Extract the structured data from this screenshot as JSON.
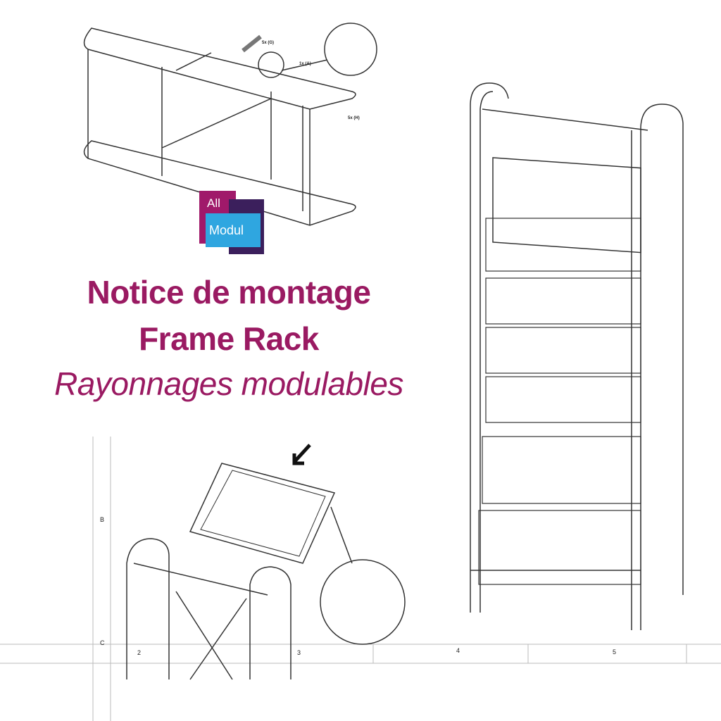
{
  "title": {
    "line1": "Notice de montage",
    "line2": "Frame Rack",
    "line3": "Rayonnages modulables"
  },
  "logo": {
    "top": "All",
    "bottom": "Modul",
    "colors": {
      "magenta": "#a0196a",
      "purple": "#3b1f5c",
      "blue": "#2fa6e0"
    }
  },
  "callouts": [
    {
      "qty": "5x",
      "part": "G"
    },
    {
      "qty": "1x",
      "part": "A"
    },
    {
      "qty": "5x",
      "part": "H"
    }
  ],
  "grid_labels": {
    "rows": [
      "B",
      "C"
    ],
    "cols": [
      "2",
      "3",
      "4",
      "5"
    ]
  },
  "colors": {
    "title": "#9a1a62",
    "line": "#222222"
  }
}
